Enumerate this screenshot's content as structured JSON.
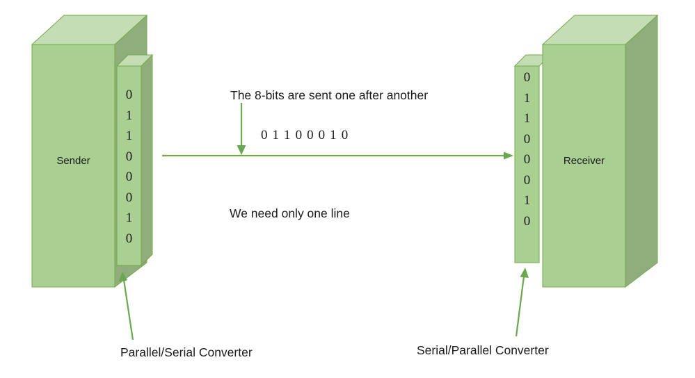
{
  "diagram": {
    "title_text_none": "",
    "palette": {
      "front_face": "#a9cf92",
      "top_face": "#c5ddb4",
      "side_face": "#8fae7c",
      "edge_stroke": "#74a94a",
      "arrow_green": "#6aa84f",
      "line_green": "#74a94a",
      "text_black": "#1a1a1a",
      "background": "#ffffff"
    },
    "sender": {
      "label": "Sender",
      "converter_bits": [
        "0",
        "1",
        "1",
        "0",
        "0",
        "0",
        "1",
        "0"
      ],
      "caption": "Parallel/Serial Converter"
    },
    "receiver": {
      "label": "Receiver",
      "converter_bits": [
        "0",
        "1",
        "1",
        "0",
        "0",
        "0",
        "1",
        "0"
      ],
      "caption": "Serial/Parallel Converter"
    },
    "annotations": {
      "top_note": "The 8-bits are sent one after another",
      "bit_sequence": "0  1   1   0   0   0   1   0",
      "bottom_note": "We need only one line"
    }
  }
}
